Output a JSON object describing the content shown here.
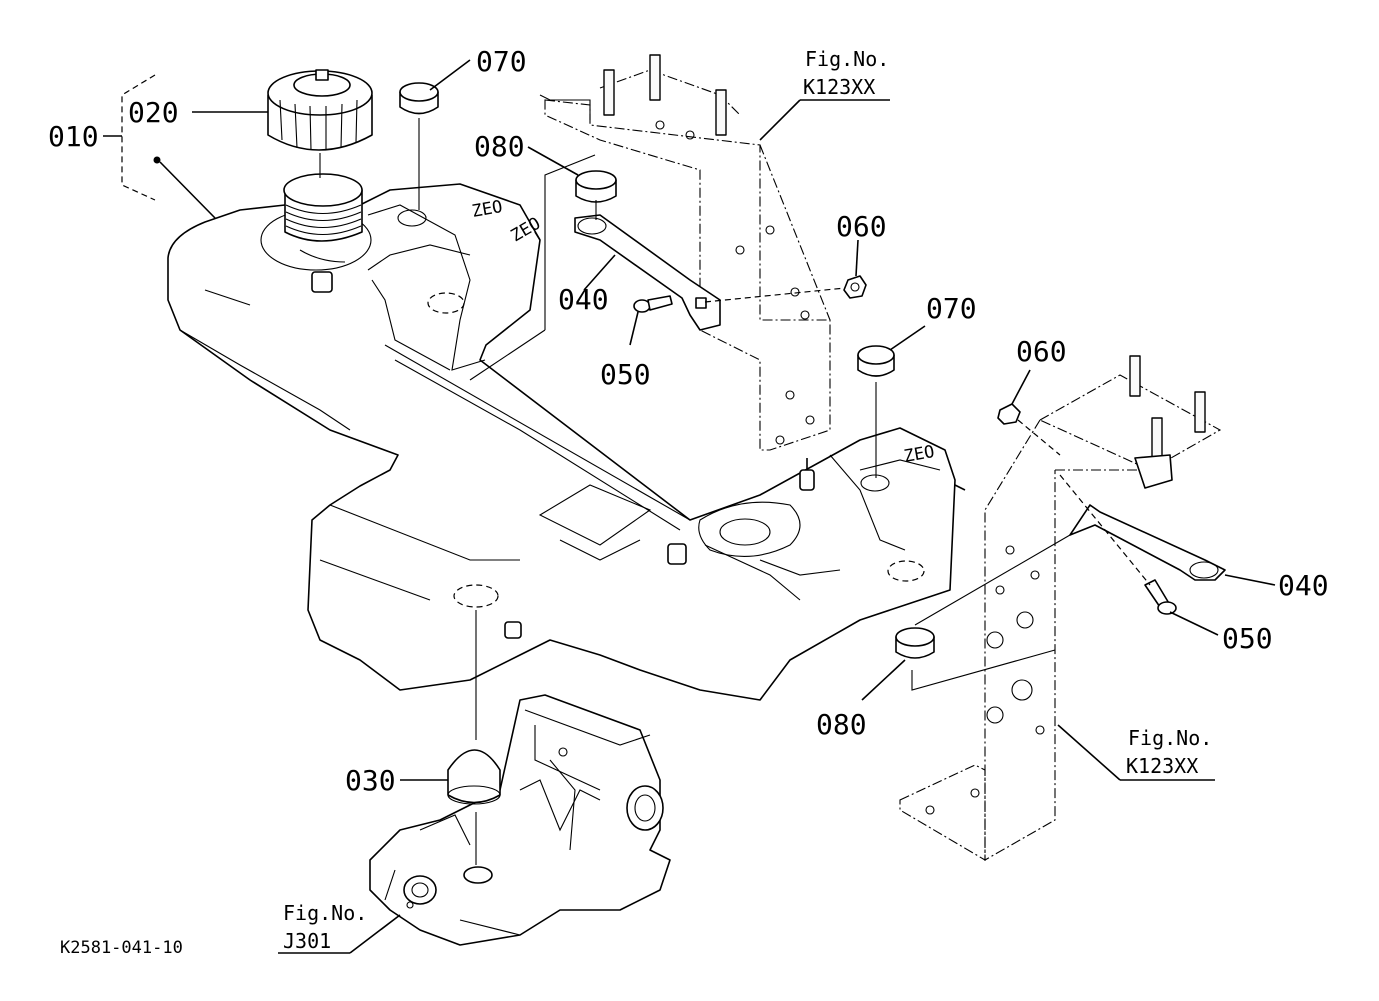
{
  "callouts": [
    {
      "id": "010",
      "text": "010"
    },
    {
      "id": "020",
      "text": "020"
    },
    {
      "id": "030",
      "text": "030"
    },
    {
      "id": "040a",
      "text": "040"
    },
    {
      "id": "040b",
      "text": "040"
    },
    {
      "id": "050a",
      "text": "050"
    },
    {
      "id": "050b",
      "text": "050"
    },
    {
      "id": "060a",
      "text": "060"
    },
    {
      "id": "060b",
      "text": "060"
    },
    {
      "id": "070a",
      "text": "070"
    },
    {
      "id": "070b",
      "text": "070"
    },
    {
      "id": "080a",
      "text": "080"
    },
    {
      "id": "080b",
      "text": "080"
    }
  ],
  "figure_refs": [
    {
      "id": "top",
      "label": "Fig.No.",
      "number": "K123XX"
    },
    {
      "id": "right",
      "label": "Fig.No.",
      "number": "K123XX"
    },
    {
      "id": "bottom",
      "label": "Fig.No.",
      "number": "J301"
    }
  ],
  "drawing_code": "K2581-041-10"
}
